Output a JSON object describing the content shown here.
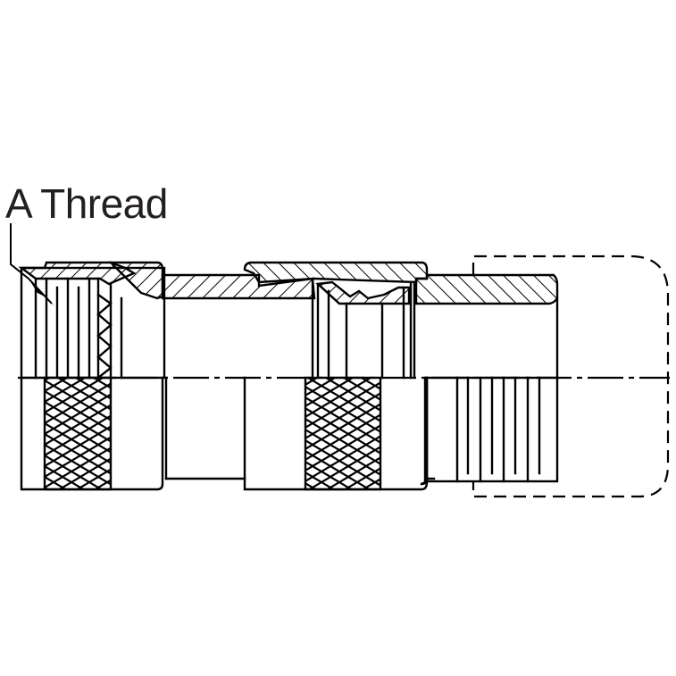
{
  "diagram": {
    "type": "technical-drawing",
    "subject": "connector coupling half-section view",
    "annotations": [
      {
        "id": "thread-callout",
        "text": "A Thread"
      }
    ],
    "colors": {
      "line": "#000000",
      "text": "#231f20",
      "background": "#ffffff"
    },
    "features": [
      "upper half shown in cross-section with diagonal hatching",
      "lower half shown in exterior view",
      "two knurled grip bands",
      "centerline (dash-dot) along axis",
      "dashed phantom outline of mating cap at right",
      "leader arrow pointing to internal thread"
    ]
  }
}
